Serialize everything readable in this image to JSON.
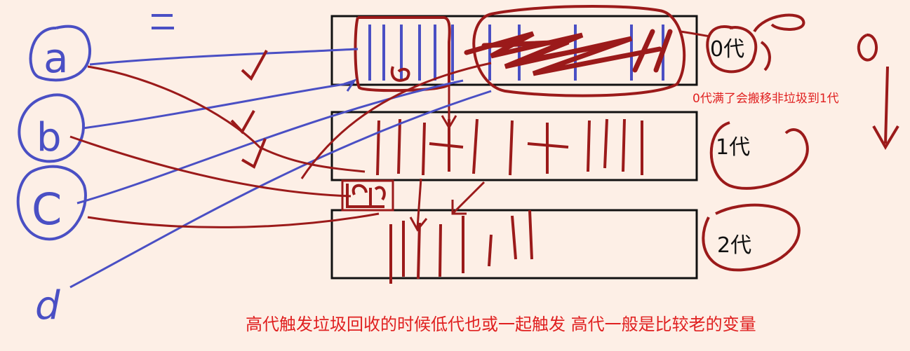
{
  "generations": {
    "gen0": "0代",
    "gen1": "1代",
    "gen2": "2代"
  },
  "refs": {
    "a": "a",
    "b": "b",
    "c": "C",
    "d": "d"
  },
  "notes": {
    "gen0_full": "0代满了会搬移非垃圾到1代",
    "bottom": "高代触发垃圾回收的时候低代也或一起触发 高代一般是比较老的变量"
  },
  "colors": {
    "background": "#fdefe6",
    "blue_ink": "#4a4fc4",
    "red_ink": "#9b1a1a",
    "note_red": "#e02020"
  }
}
